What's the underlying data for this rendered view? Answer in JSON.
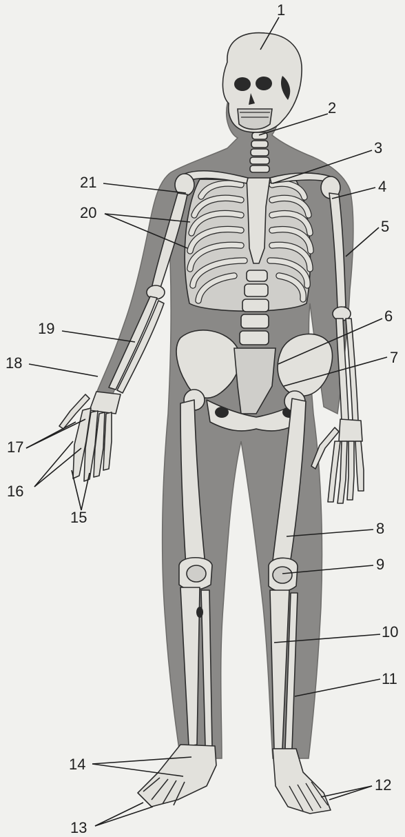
{
  "labels": [
    "1",
    "2",
    "3",
    "4",
    "5",
    "6",
    "7",
    "8",
    "9",
    "10",
    "11",
    "12",
    "13",
    "14",
    "15",
    "16",
    "17",
    "18",
    "19",
    "20",
    "21"
  ],
  "colors": {
    "background": "#f1f1ee",
    "silhouette": "#8a8987",
    "bone": "#e2e1dc",
    "ink": "#1e1e1e"
  }
}
